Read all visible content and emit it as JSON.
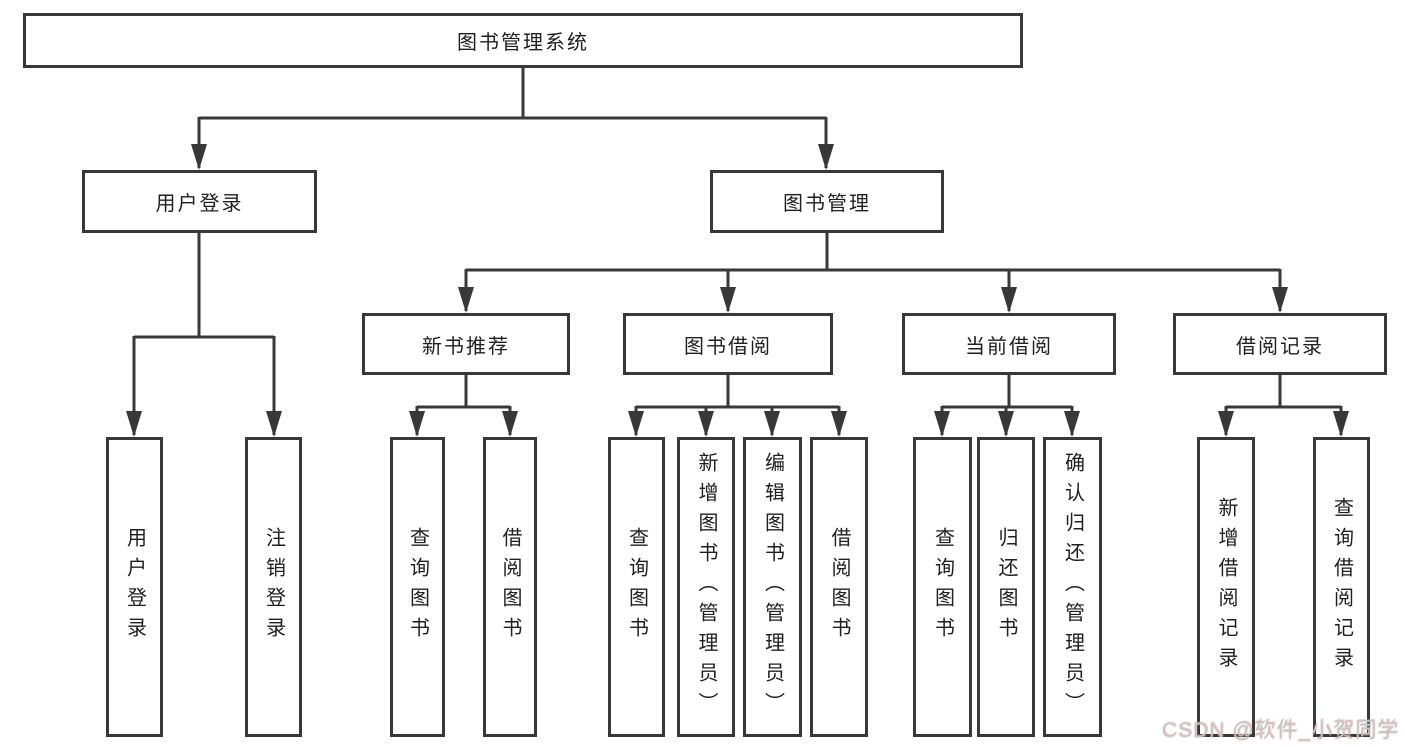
{
  "diagram": {
    "root": "图书管理系统",
    "level2": [
      "用户登录",
      "图书管理"
    ],
    "level3": [
      "新书推荐",
      "图书借阅",
      "当前借阅",
      "借阅记录"
    ],
    "leaves": {
      "user_login": [
        "用户登录",
        "注销登录"
      ],
      "new_book": [
        "查询图书",
        "借阅图书"
      ],
      "book_borrow": [
        "查询图书",
        "新增图书（管理员）",
        "编辑图书（管理员）",
        "借阅图书"
      ],
      "current_borrow": [
        "查询图书",
        "归还图书",
        "确认归还（管理员）"
      ],
      "borrow_record": [
        "新增借阅记录",
        "查询借阅记录"
      ]
    },
    "colors": {
      "line": "#383838",
      "text": "#1f1f1f",
      "watermark": "#c6c5c5"
    }
  },
  "watermark": {
    "text": "CSDN @软件_小贺同学"
  }
}
